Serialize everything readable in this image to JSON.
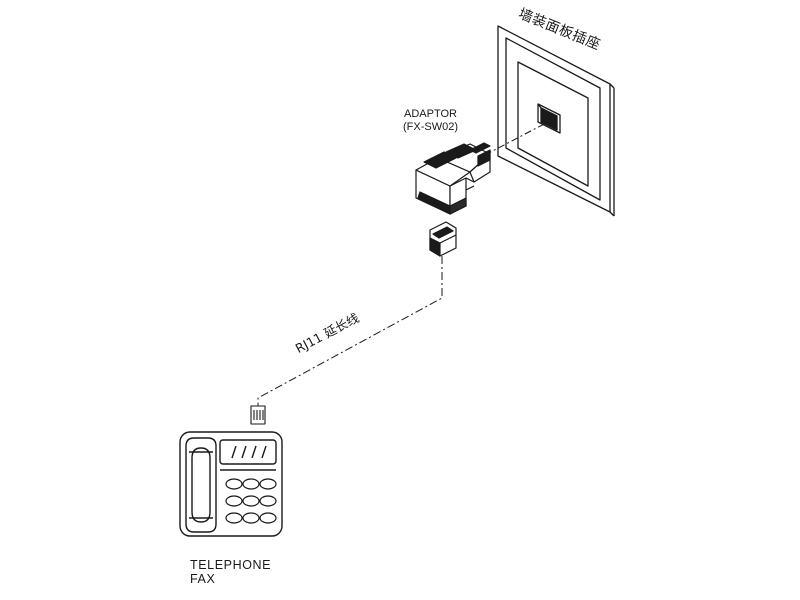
{
  "labels": {
    "wall_socket": "墙装面板插座",
    "adaptor_line1": "ADAPTOR",
    "adaptor_line2": "(FX-SW02)",
    "cable": "RJ11 延长线",
    "device_line1": "TELEPHONE",
    "device_line2": "FAX"
  },
  "colors": {
    "line": "#1a1a1a",
    "background": "#ffffff",
    "shadow": "#2a2a2a"
  }
}
